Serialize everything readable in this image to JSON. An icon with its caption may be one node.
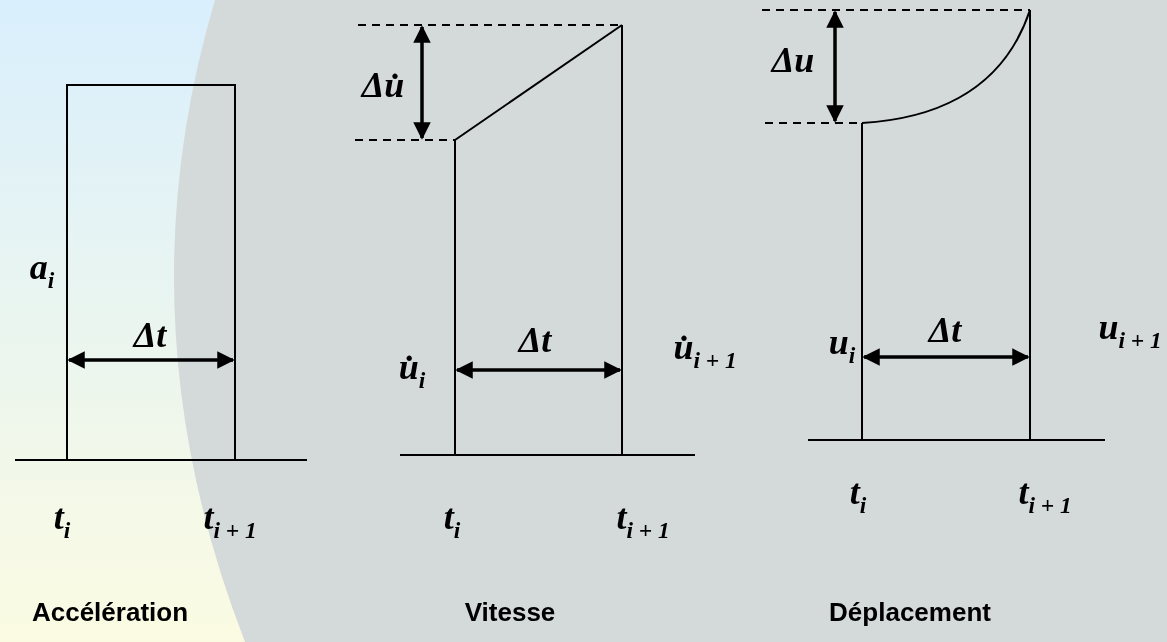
{
  "diagram": {
    "labels": [
      "Δu̇",
      "Δu",
      "a$_{i}$",
      "Δt",
      "u̇$_{i}$",
      "Δt",
      "u̇$_{i + 1}$",
      "u$_{i}$",
      "Δt",
      "u$_{i + 1}$",
      "t$_{i}$",
      "t$_{i + 1}$",
      "t$_{i}$",
      "t$_{i + 1}$",
      "t$_{i}$",
      "t$_{i + 1}$",
      "Accélération",
      "Vitesse",
      "Déplacement"
    ]
  }
}
